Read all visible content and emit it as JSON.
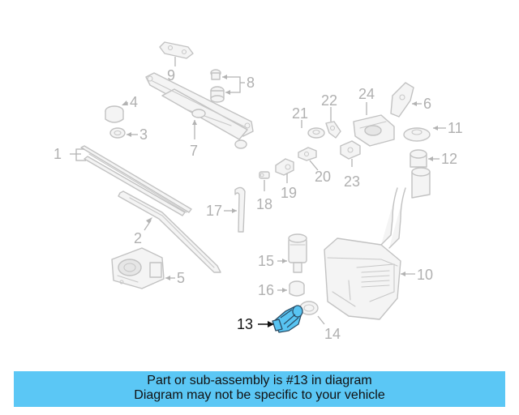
{
  "diagram": {
    "labels": {
      "p1": "1",
      "p2": "2",
      "p3": "3",
      "p4": "4",
      "p5": "5",
      "p6": "6",
      "p7": "7",
      "p8": "8",
      "p9": "9",
      "p10": "10",
      "p11": "11",
      "p12": "12",
      "p13": "13",
      "p14": "14",
      "p15": "15",
      "p16": "16",
      "p17": "17",
      "p18": "18",
      "p19": "19",
      "p20": "20",
      "p21": "21",
      "p22": "22",
      "p23": "23",
      "p24": "24"
    },
    "highlighted_part": "13",
    "highlight_color": "#58c4f2"
  },
  "banner": {
    "line1": "Part or sub-assembly is #13 in diagram",
    "line2": "Diagram may not be specific to your vehicle",
    "color": "#5bc7f5"
  }
}
